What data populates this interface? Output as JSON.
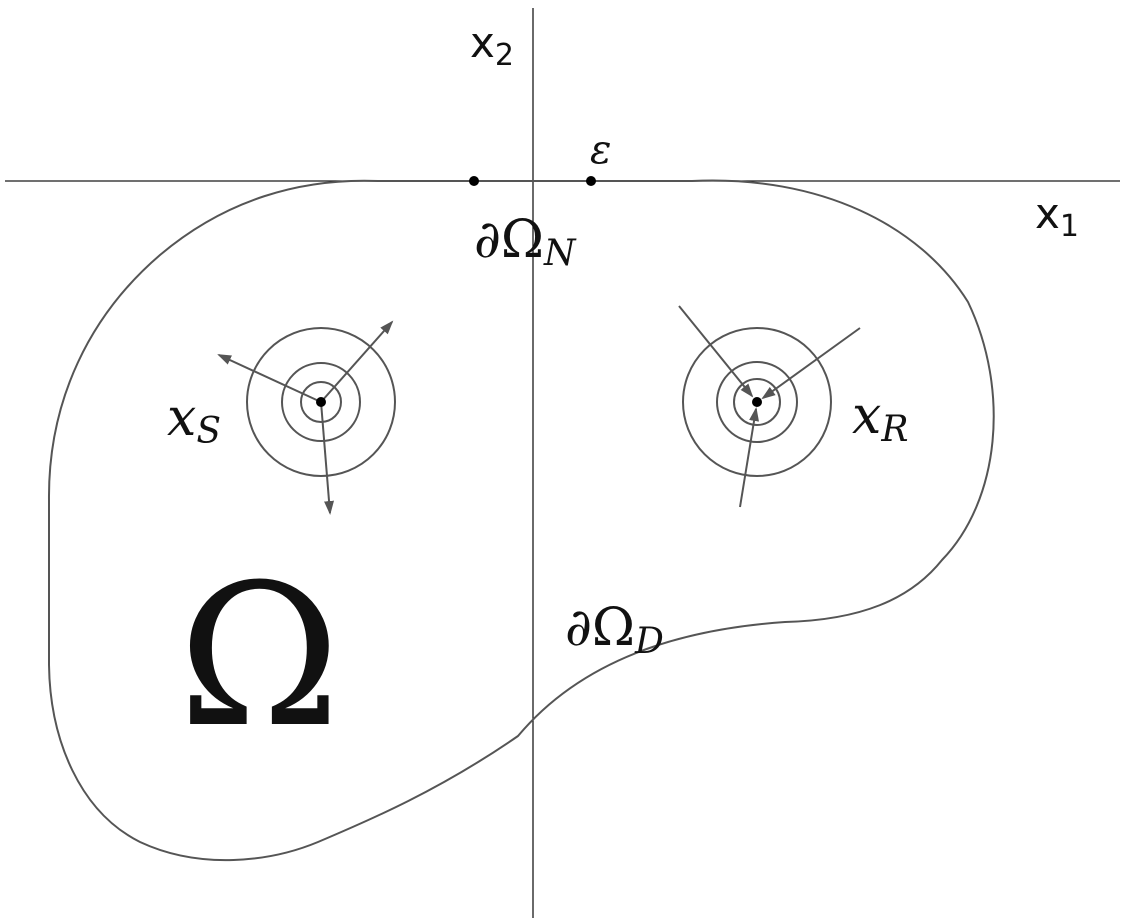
{
  "axes": {
    "x1_label": "x",
    "x1_sub": "1",
    "x2_label": "x",
    "x2_sub": "2"
  },
  "labels": {
    "epsilon": "ε",
    "neumann_main": "∂Ω",
    "neumann_sub": "N",
    "dirichlet_main": "∂Ω",
    "dirichlet_sub": "D",
    "domain": "Ω",
    "source_main": "x",
    "source_sub": "S",
    "receiver_main": "x",
    "receiver_sub": "R"
  },
  "colors": {
    "axis": "#1a1a1a",
    "boundary": "#555555",
    "text": "#111111"
  }
}
